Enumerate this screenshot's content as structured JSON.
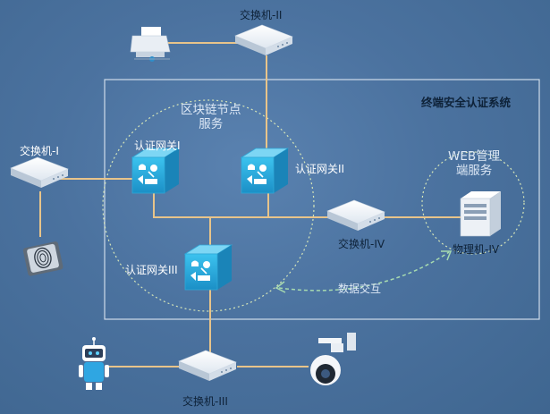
{
  "system_box": {
    "title": "终端安全认证系统"
  },
  "blockchain": {
    "label_line1": "区块链节点",
    "label_line2": "服务"
  },
  "web": {
    "label_line1": "WEB管理",
    "label_line2": "端服务"
  },
  "gateways": {
    "g1": "认证网关I",
    "g2": "认证网关II",
    "g3": "认证网关III"
  },
  "switches": {
    "s1": "交换机-I",
    "s2": "交换机-II",
    "s3": "交换机-III",
    "s4": "交换机-IV"
  },
  "server": {
    "label": "物理机-IV"
  },
  "data_exchange": {
    "label": "数据交互"
  },
  "colors": {
    "background": "#4b729f",
    "wire": "#e8c48a",
    "gateway": "#22a9d9",
    "switch": "#e9eff6",
    "dashed": "#cfe3c9"
  },
  "icons": [
    "printer-icon",
    "fingerprint-scanner-icon",
    "robot-icon",
    "surveillance-camera-icon",
    "server-tower-icon"
  ]
}
